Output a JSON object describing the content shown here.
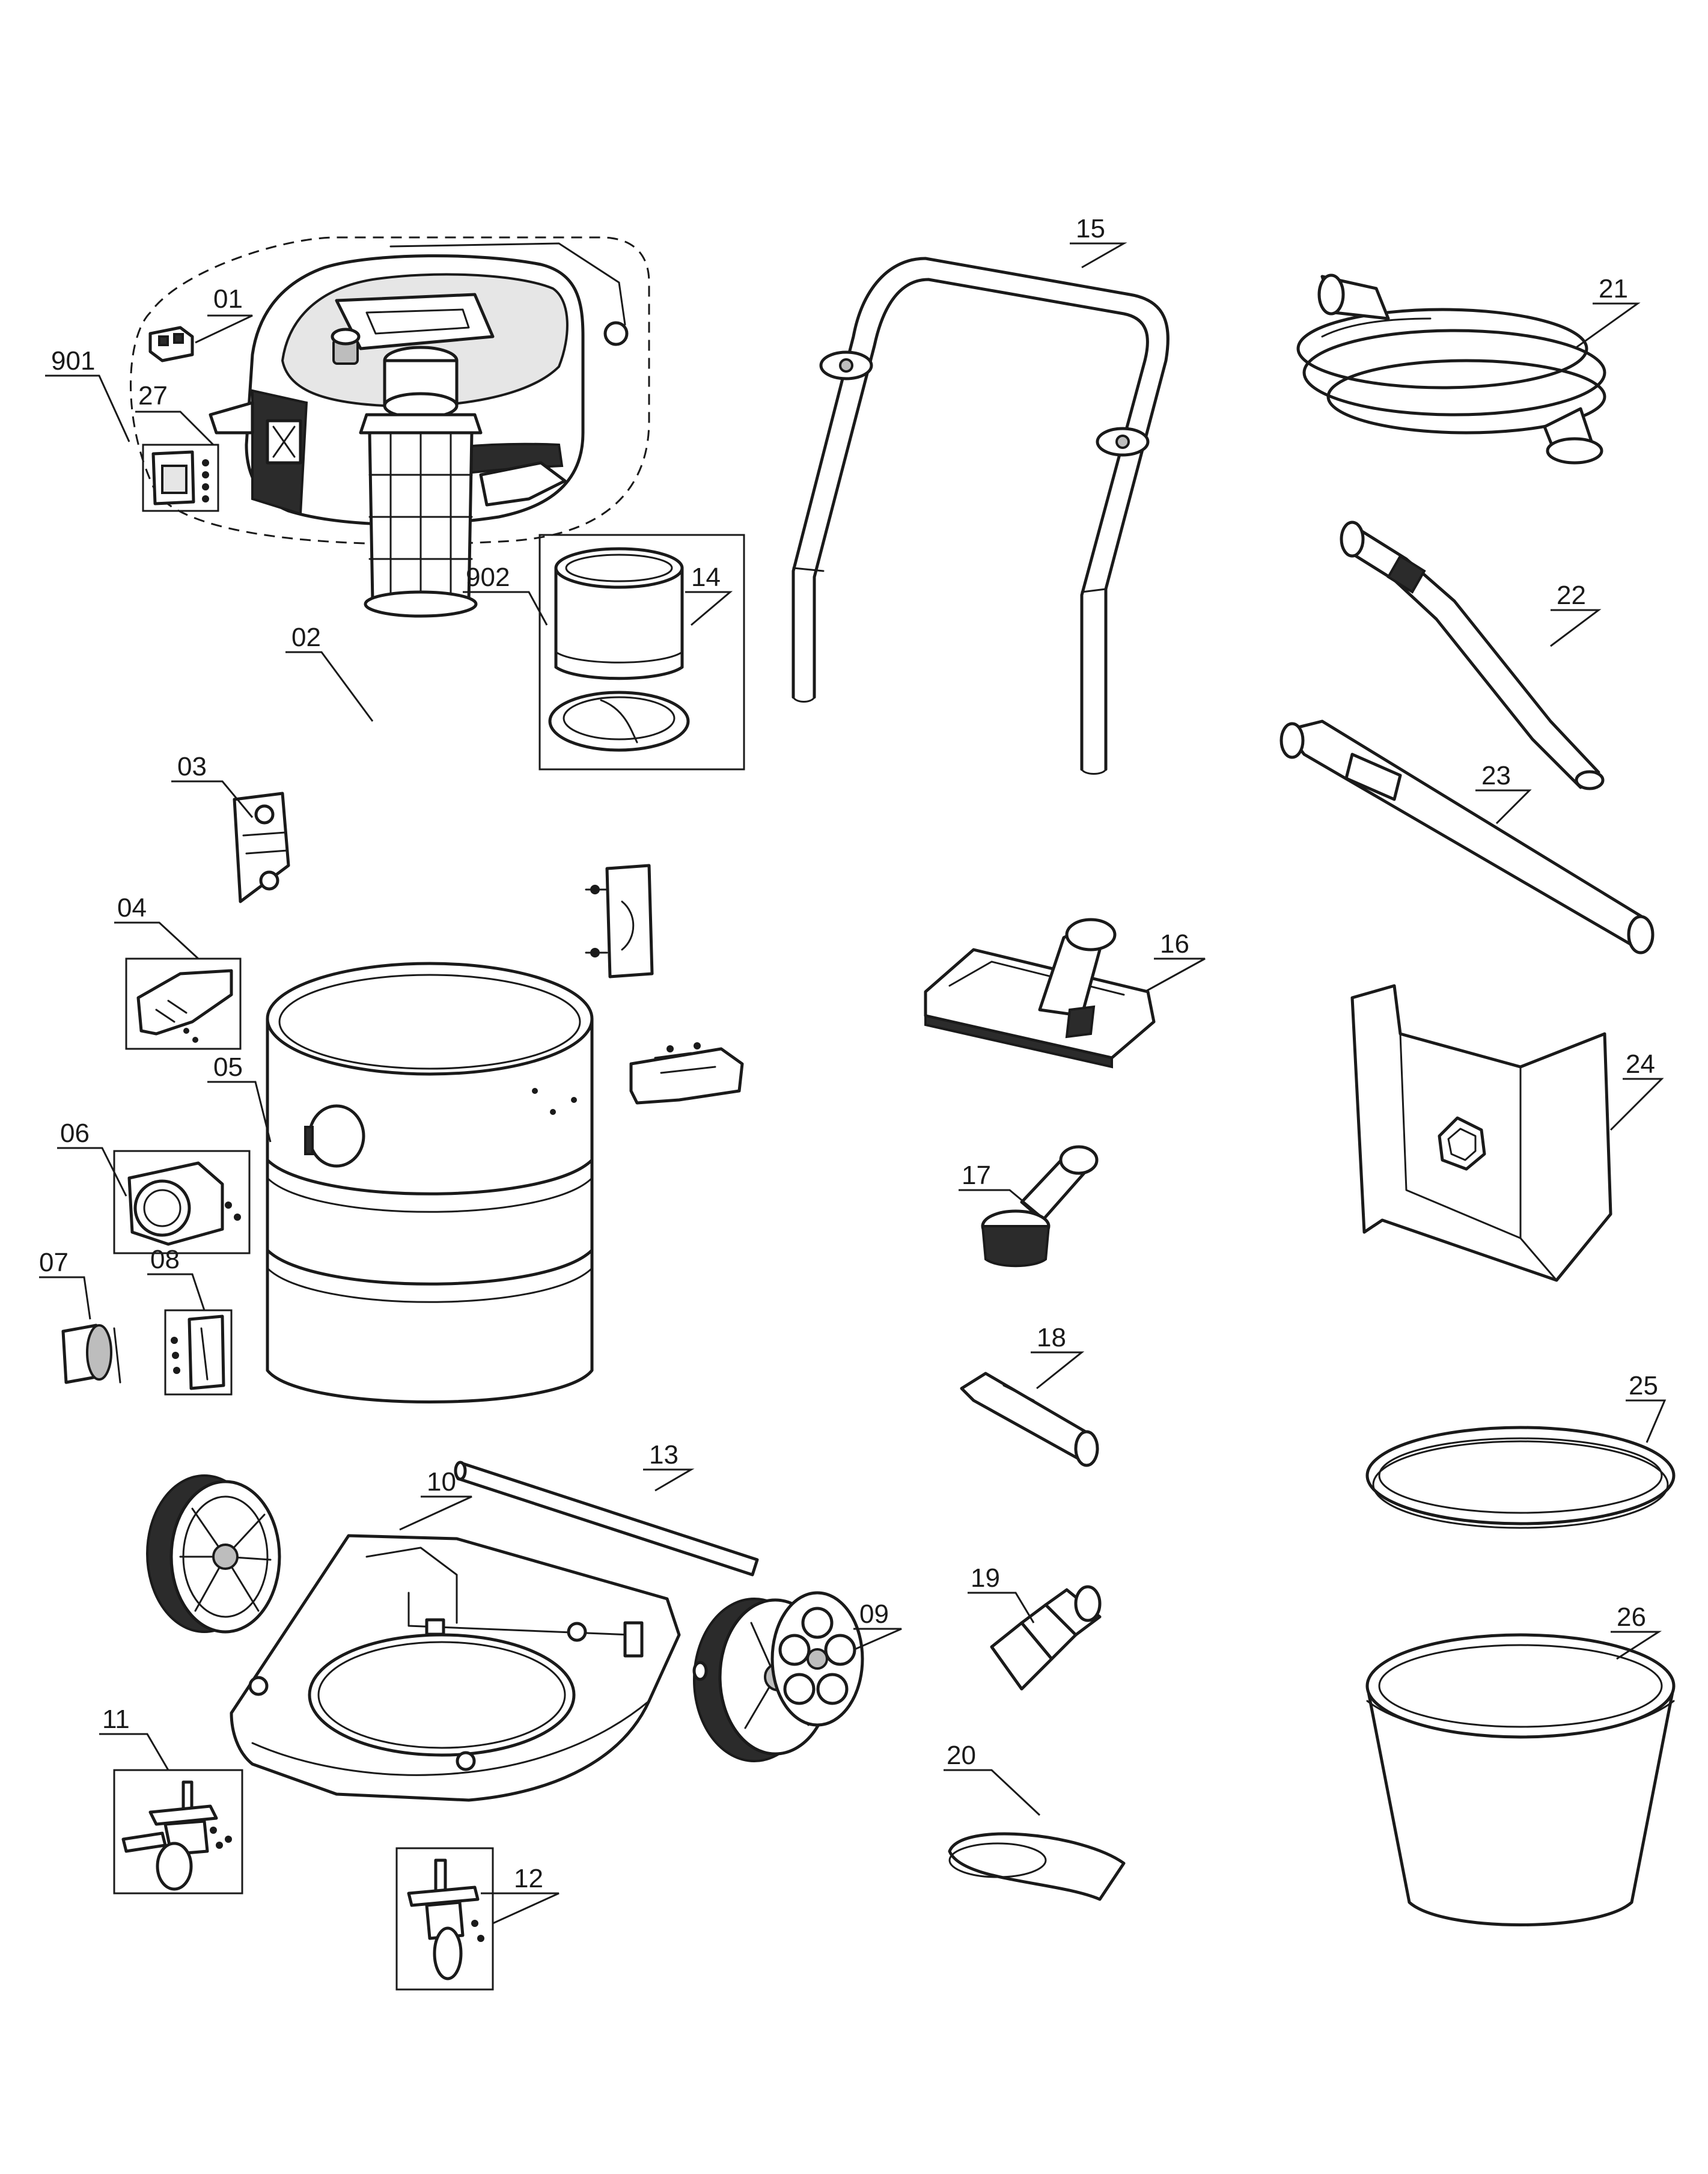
{
  "labels": {
    "l01": "01",
    "l02": "02",
    "l03": "03",
    "l04": "04",
    "l05": "05",
    "l06": "06",
    "l07": "07",
    "l08": "08",
    "l09": "09",
    "l10": "10",
    "l11": "11",
    "l12": "12",
    "l13": "13",
    "l14": "14",
    "l15": "15",
    "l16": "16",
    "l17": "17",
    "l18": "18",
    "l19": "19",
    "l20": "20",
    "l21": "21",
    "l22": "22",
    "l23": "23",
    "l24": "24",
    "l25": "25",
    "l26": "26",
    "l27": "27",
    "l901": "901",
    "l902": "902"
  }
}
